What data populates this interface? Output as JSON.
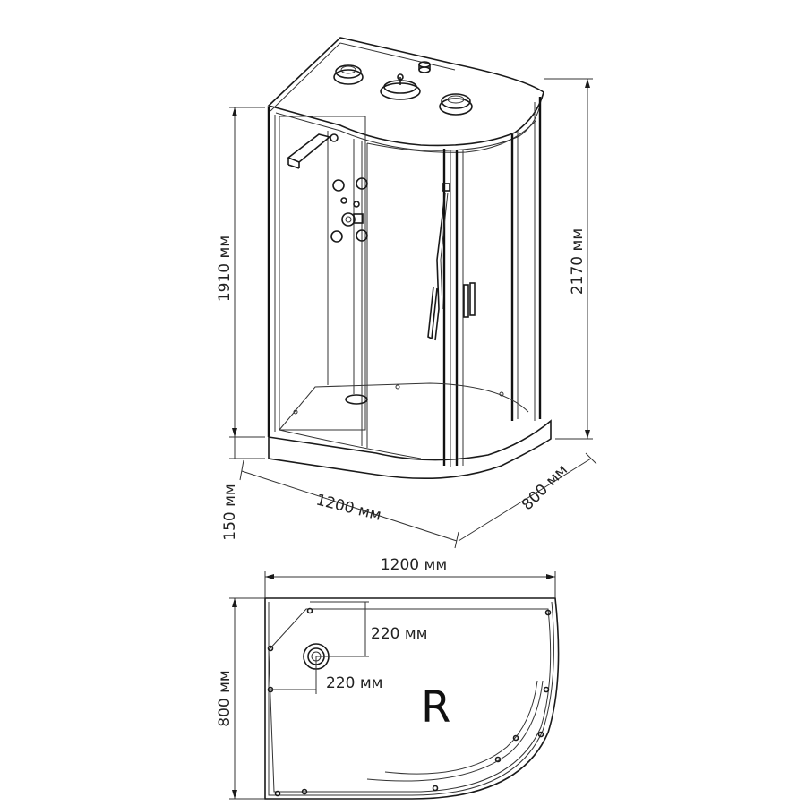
{
  "elevation": {
    "dim_height_glass": "1910 мм",
    "dim_height_total": "2170 мм",
    "dim_tray_height": "150 мм",
    "dim_length": "1200 мм",
    "dim_depth": "800 мм"
  },
  "plan": {
    "dim_length": "1200 мм",
    "dim_depth": "800 мм",
    "drain_offset_y": "220 мм",
    "drain_offset_x": "220 мм",
    "side_label": "R"
  },
  "colors": {
    "line": "#1a1a1a",
    "background": "#ffffff"
  }
}
